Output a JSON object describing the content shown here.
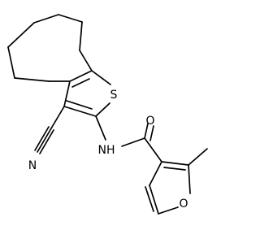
{
  "molecule": {
    "atom_labels": {
      "sulfur": "S",
      "nitrogen_nitrile": "N",
      "amide_nh": "NH",
      "carbonyl_oxygen": "O",
      "furan_oxygen": "O"
    },
    "colors": {
      "bond": "#000000",
      "label": "#000000",
      "background": "#ffffff"
    }
  }
}
